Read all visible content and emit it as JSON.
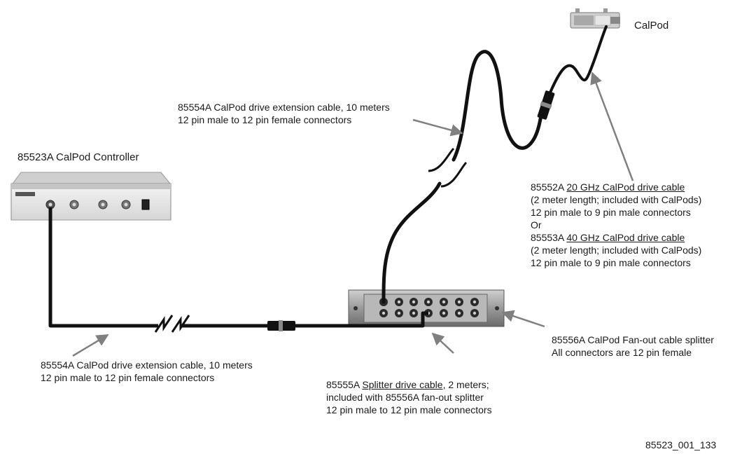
{
  "controller": {
    "title": "85523A CalPod Controller"
  },
  "calpod": {
    "label": "CalPod"
  },
  "extension_cable_top": {
    "line1": "85554A CalPod drive extension cable, 10 meters",
    "line2": "12 pin male to 12 pin female connectors"
  },
  "extension_cable_bottom": {
    "line1": "85554A CalPod drive extension cable, 10 meters",
    "line2": "12 pin male to 12 pin female connectors"
  },
  "drive_cable": {
    "line1_model": "85552A ",
    "line1_link": "20 GHz CalPod drive cable",
    "line2": "(2 meter length; included with CalPods)",
    "line3": "12 pin male to 9 pin male connectors",
    "line4": "Or",
    "line5_model": "85553A ",
    "line5_link": "40 GHz CalPod drive cable",
    "line6": "(2 meter length; included with CalPods)",
    "line7": "12 pin male to 9 pin male connectors"
  },
  "splitter": {
    "line1": "85556A  CalPod Fan-out cable splitter",
    "line2": "All connectors are 12 pin female"
  },
  "splitter_cable": {
    "line1_model": "85555A ",
    "line1_link": "Splitter drive cable",
    "line1_rest": ", 2 meters;",
    "line2": "included with 85556A fan-out splitter",
    "line3": "12 pin male to 12 pin male connectors"
  },
  "figure_id": "85523_001_133",
  "colors": {
    "cable": "#111111",
    "arrow": "#808080",
    "panel_face": "#e4e4e4",
    "panel_bar": "#555555",
    "connector": "#2a2a2a"
  }
}
